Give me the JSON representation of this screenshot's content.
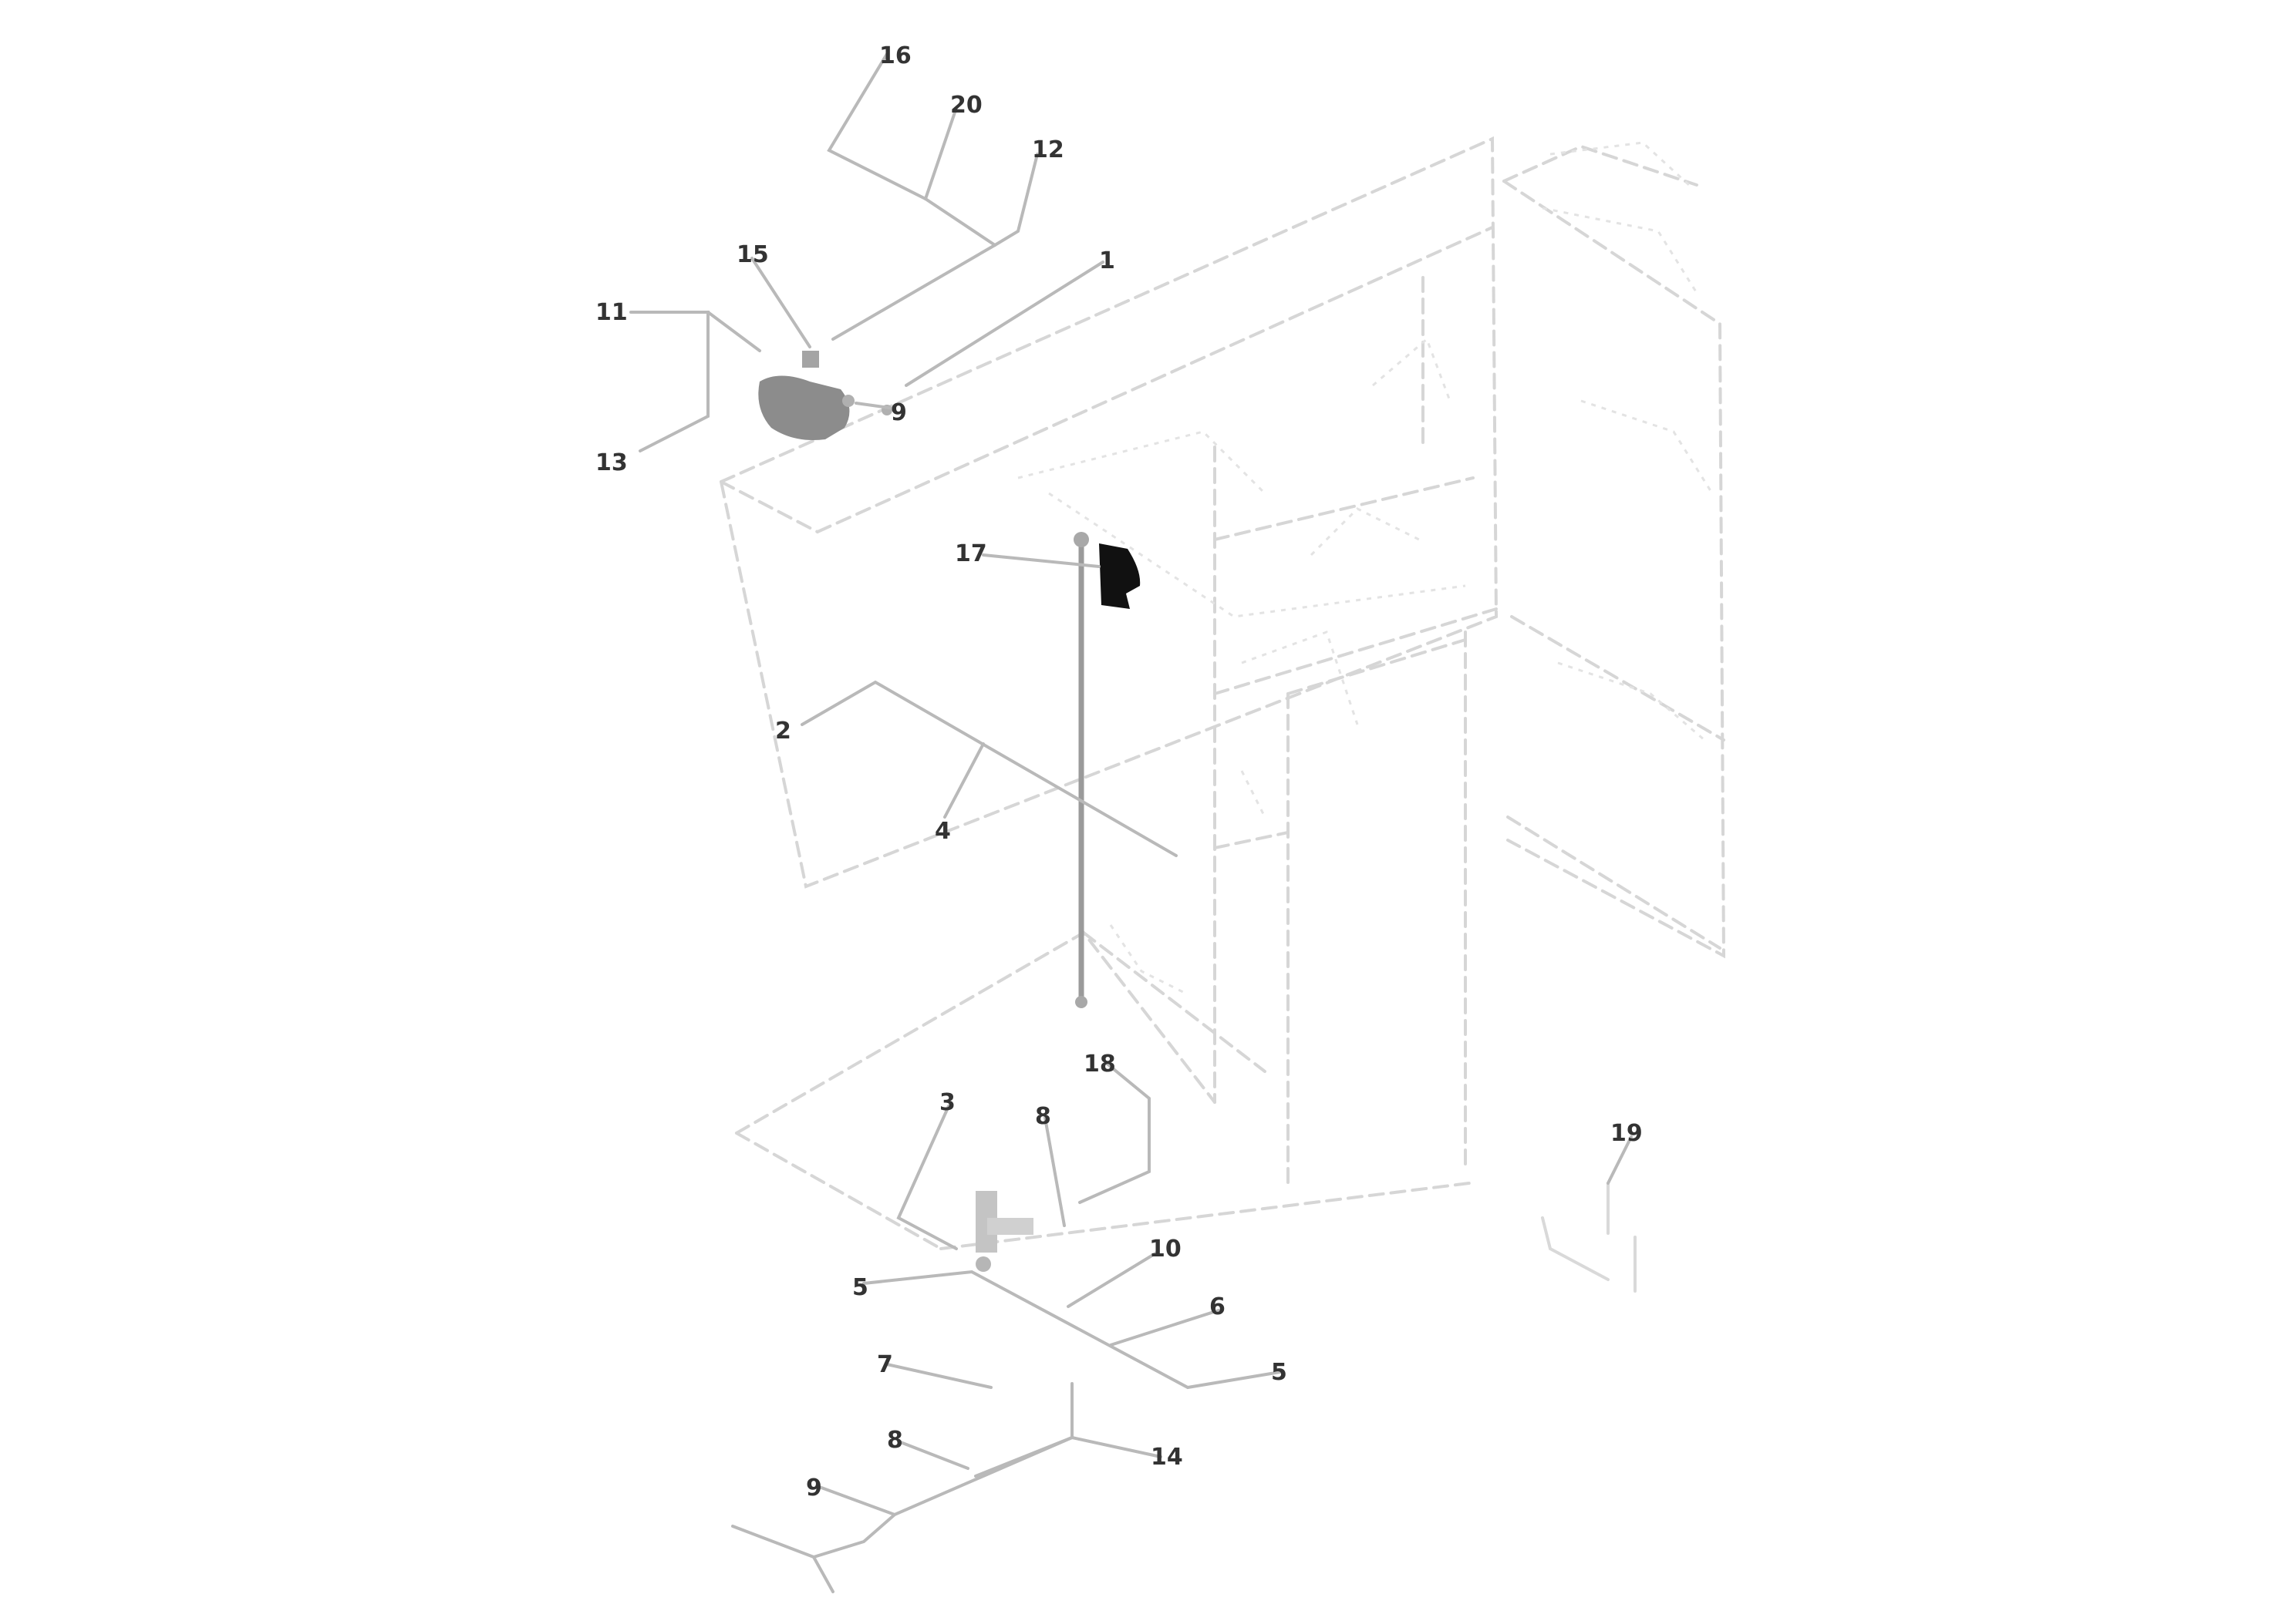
{
  "diagram": {
    "callouts": [
      {
        "id": "c-16",
        "label": "16"
      },
      {
        "id": "c-20",
        "label": "20"
      },
      {
        "id": "c-12",
        "label": "12"
      },
      {
        "id": "c-1",
        "label": "1"
      },
      {
        "id": "c-15",
        "label": "15"
      },
      {
        "id": "c-11",
        "label": "11"
      },
      {
        "id": "c-9",
        "label": "9"
      },
      {
        "id": "c-13",
        "label": "13"
      },
      {
        "id": "c-17",
        "label": "17"
      },
      {
        "id": "c-2",
        "label": "2"
      },
      {
        "id": "c-4",
        "label": "4"
      },
      {
        "id": "c-18",
        "label": "18"
      },
      {
        "id": "c-3",
        "label": "3"
      },
      {
        "id": "c-8a",
        "label": "8"
      },
      {
        "id": "c-19",
        "label": "19"
      },
      {
        "id": "c-10",
        "label": "10"
      },
      {
        "id": "c-5a",
        "label": "5"
      },
      {
        "id": "c-6",
        "label": "6"
      },
      {
        "id": "c-5b",
        "label": "5"
      },
      {
        "id": "c-7",
        "label": "7"
      },
      {
        "id": "c-14",
        "label": "14"
      },
      {
        "id": "c-8b",
        "label": "8"
      },
      {
        "id": "c-9b",
        "label": "9"
      }
    ],
    "colors": {
      "line": "#d6d6d6",
      "leader": "#b9b9b9",
      "label": "#333333",
      "part_dark": "#111111",
      "part_gray": "#8c8c8c"
    }
  }
}
